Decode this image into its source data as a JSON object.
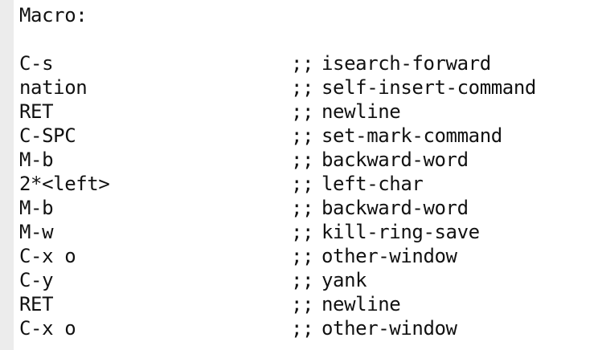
{
  "header": {
    "label": "Macro:"
  },
  "rows": [
    {
      "keys": "C-s",
      "command": "isearch-forward"
    },
    {
      "keys": "nation",
      "command": "self-insert-command"
    },
    {
      "keys": "RET",
      "command": "newline"
    },
    {
      "keys": "C-SPC",
      "command": "set-mark-command"
    },
    {
      "keys": "M-b",
      "command": "backward-word"
    },
    {
      "keys": "2*<left>",
      "command": "left-char"
    },
    {
      "keys": "M-b",
      "command": "backward-word"
    },
    {
      "keys": "M-w",
      "command": "kill-ring-save"
    },
    {
      "keys": "C-x o",
      "command": "other-window"
    },
    {
      "keys": "C-y",
      "command": "yank"
    },
    {
      "keys": "RET",
      "command": "newline"
    },
    {
      "keys": "C-x o",
      "command": "other-window"
    }
  ],
  "comment_marker": ";;"
}
